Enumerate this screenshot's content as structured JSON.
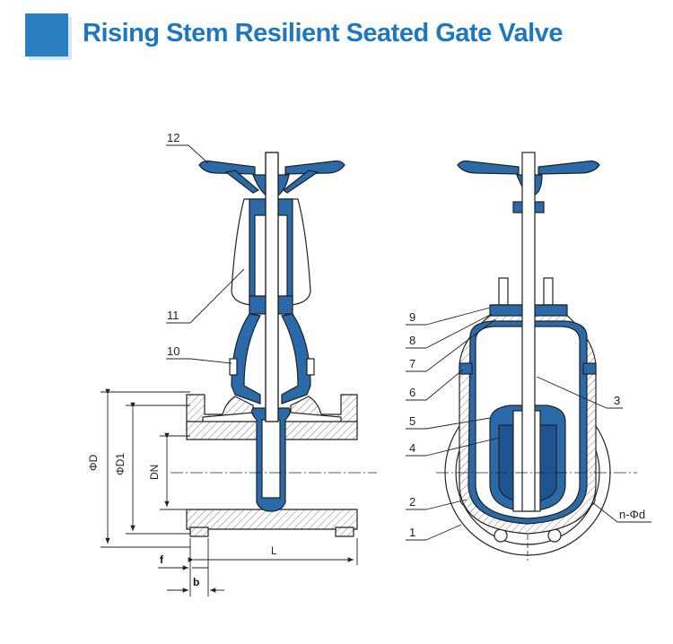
{
  "title": "Rising Stem Resilient Seated Gate Valve",
  "colors": {
    "accent": "#2a7fc0",
    "title": "#1f78bd",
    "part_fill": "#2a6aa8",
    "line": "#222222",
    "hatch": "#6d6d6d"
  },
  "left_view": {
    "part_labels": [
      "12",
      "11",
      "10"
    ],
    "dimensions": {
      "outer_dia": "ΦD",
      "pcd": "ΦD1",
      "nominal": "DN",
      "length": "L",
      "flange_face": "f",
      "flange_thickness": "b"
    }
  },
  "right_view": {
    "part_labels": [
      "9",
      "8",
      "7",
      "6",
      "5",
      "4",
      "2",
      "1",
      "3"
    ],
    "bolt_holes": "n-Φd"
  }
}
